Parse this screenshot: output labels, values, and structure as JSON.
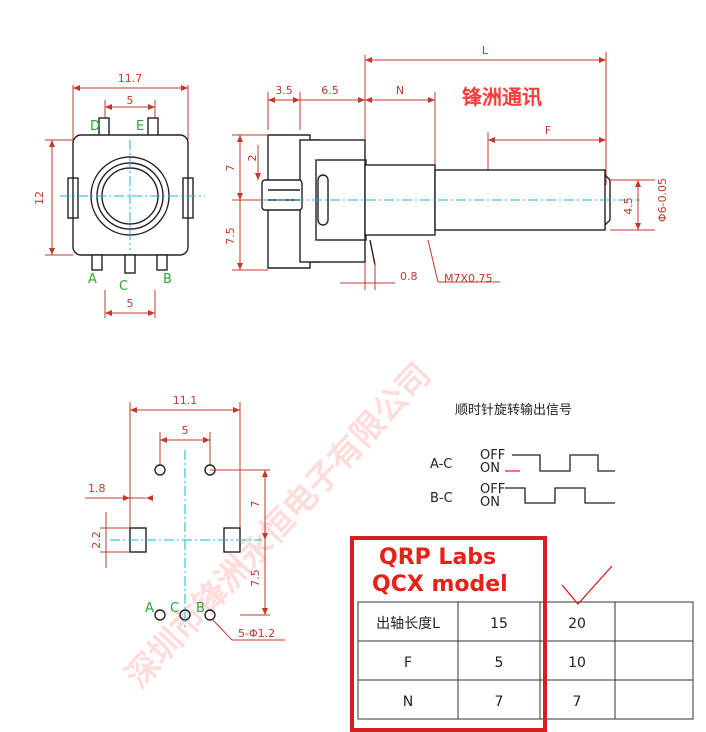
{
  "brand_label": "锋洲通讯",
  "watermark": "深圳市锋洲永恒电子有限公司",
  "front_view": {
    "dims": {
      "width": "11.7",
      "pin_spacing": "5",
      "height": "12",
      "bottom_spacing": "5"
    },
    "pins": {
      "d": "D",
      "e": "E",
      "a": "A",
      "c": "C",
      "b": "B"
    }
  },
  "side_view": {
    "dims": {
      "l": "L",
      "w35": "3.5",
      "w65": "6.5",
      "n": "N",
      "f": "F",
      "h7": "7",
      "h2": "2",
      "h75": "7.5",
      "t08": "0.8",
      "thread": "M7X0.75",
      "d45": "4.5",
      "shaft": "Φ6-0.05"
    }
  },
  "footprint": {
    "dims": {
      "w111": "11.1",
      "s5": "5",
      "h18": "1.8",
      "h22": "2.2",
      "v7": "7",
      "v75": "7.5",
      "holes": "5-Φ1.2"
    },
    "pins": {
      "a": "A",
      "c": "C",
      "b": "B"
    }
  },
  "signal": {
    "title": "顺时针旋转输出信号",
    "rows": [
      {
        "label": "A-C",
        "off": "OFF",
        "on": "ON"
      },
      {
        "label": "B-C",
        "off": "OFF",
        "on": "ON"
      }
    ]
  },
  "overlay": {
    "line1": "QRP Labs",
    "line2": "QCX model"
  },
  "table": {
    "rows": [
      {
        "header": "出轴长度L",
        "v1": "15",
        "v2": "20",
        "v3": ""
      },
      {
        "header": "F",
        "v1": "5",
        "v2": "10",
        "v3": ""
      },
      {
        "header": "N",
        "v1": "7",
        "v2": "7",
        "v3": ""
      }
    ]
  }
}
